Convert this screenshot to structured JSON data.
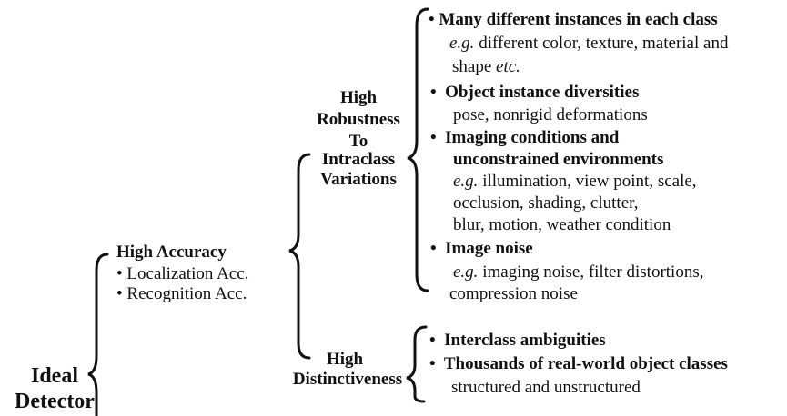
{
  "root": {
    "line1": "Ideal",
    "line2": "Detector"
  },
  "accuracy": {
    "title": "High Accuracy",
    "items": [
      "Localization Acc.",
      "Recognition Acc."
    ]
  },
  "robustness": {
    "lines": [
      "High",
      "Robustness",
      "To",
      "Intraclass",
      "Variations"
    ]
  },
  "distinctiveness": {
    "lines": [
      "High",
      "Distinctiveness"
    ]
  },
  "robustness_items": {
    "i1": {
      "title": "Many different instances in each class",
      "eg": "e.g.",
      "d1": " different color, texture, material and",
      "d2a": "shape ",
      "d2b": "etc."
    },
    "i2": {
      "title": "Object instance diversities",
      "d1": "pose, nonrigid deformations"
    },
    "i3": {
      "title1": "Imaging conditions and",
      "title2": "unconstrained environments",
      "eg": "e.g.",
      "d1": " illumination, view point, scale,",
      "d2": "occlusion, shading, clutter,",
      "d3": "blur, motion, weather condition"
    },
    "i4": {
      "title": "Image noise",
      "eg": "e.g.",
      "d1": " imaging noise, filter distortions,",
      "d2": "compression noise"
    }
  },
  "distinct_items": {
    "i1": {
      "title": "Interclass ambiguities"
    },
    "i2": {
      "title": "Thousands of real-world object classes",
      "d1": "structured and unstructured"
    }
  },
  "bullet": "•"
}
